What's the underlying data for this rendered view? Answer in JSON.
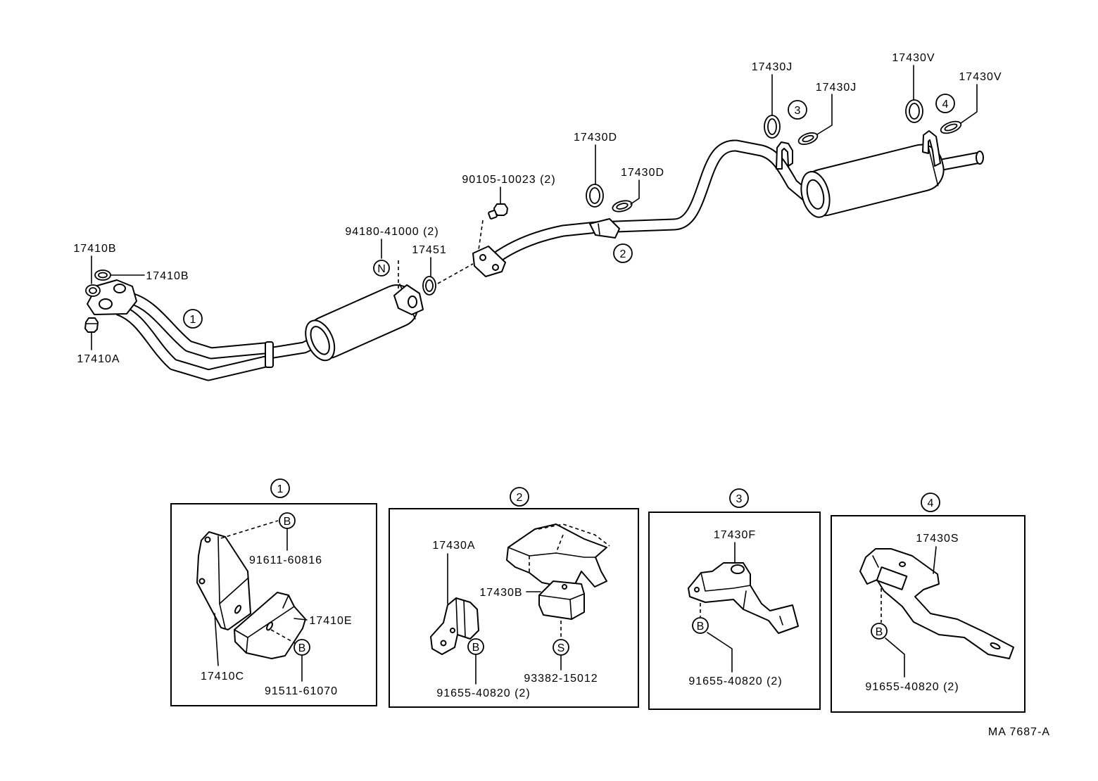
{
  "main_view": {
    "labels": {
      "gasket_17410b_upper": "17410B",
      "gasket_17410b_side": "17410B",
      "nut_17410a": "17410A",
      "bolt_94180": "94180-41000 (2)",
      "gasket_17451": "17451",
      "bolt_90105": "90105-10023 (2)",
      "cushion_17430d_ring": "17430D",
      "cushion_17430d_flat": "17430D",
      "cushion_17430j_ring": "17430J",
      "cushion_17430j_flat": "17430J",
      "cushion_17430v_ring": "17430V",
      "cushion_17430v_flat": "17430V"
    },
    "markers": {
      "detail_1": "1",
      "detail_2": "2",
      "detail_3": "3",
      "detail_4": "4",
      "symbol_n": "N"
    }
  },
  "detail_panels": [
    {
      "ref": "1",
      "symbols": [
        "B",
        "B"
      ],
      "labels": {
        "bolt_upper": "91611-60816",
        "part_e": "17410E",
        "part_c": "17410C",
        "bolt_lower": "91511-61070"
      }
    },
    {
      "ref": "2",
      "symbols": [
        "B",
        "S"
      ],
      "labels": {
        "part_a": "17430A",
        "part_b": "17430B",
        "screw_s": "93382-15012",
        "bolt_b": "91655-40820 (2)"
      }
    },
    {
      "ref": "3",
      "symbols": [
        "B"
      ],
      "labels": {
        "part_f": "17430F",
        "bolt_b": "91655-40820 (2)"
      }
    },
    {
      "ref": "4",
      "symbols": [
        "B"
      ],
      "labels": {
        "part_s": "17430S",
        "bolt_b": "91655-40820 (2)"
      }
    }
  ],
  "drawing_code": "MA 7687-A"
}
